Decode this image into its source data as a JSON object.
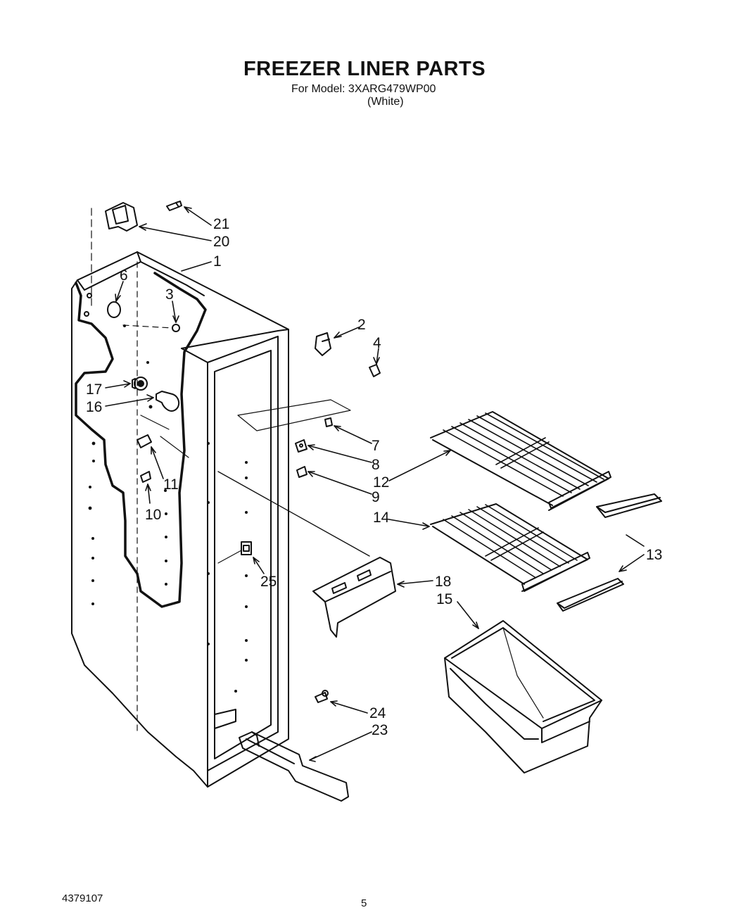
{
  "header": {
    "title": "FREEZER LINER PARTS",
    "model_line": "For Model: 3XARG479WP00",
    "variant": "(White)"
  },
  "callouts": [
    "1",
    "2",
    "3",
    "4",
    "6",
    "7",
    "8",
    "9",
    "10",
    "11",
    "12",
    "13",
    "14",
    "15",
    "16",
    "17",
    "18",
    "20",
    "21",
    "23",
    "24",
    "25"
  ],
  "footer": {
    "document_number": "4379107",
    "page_number": "5"
  }
}
